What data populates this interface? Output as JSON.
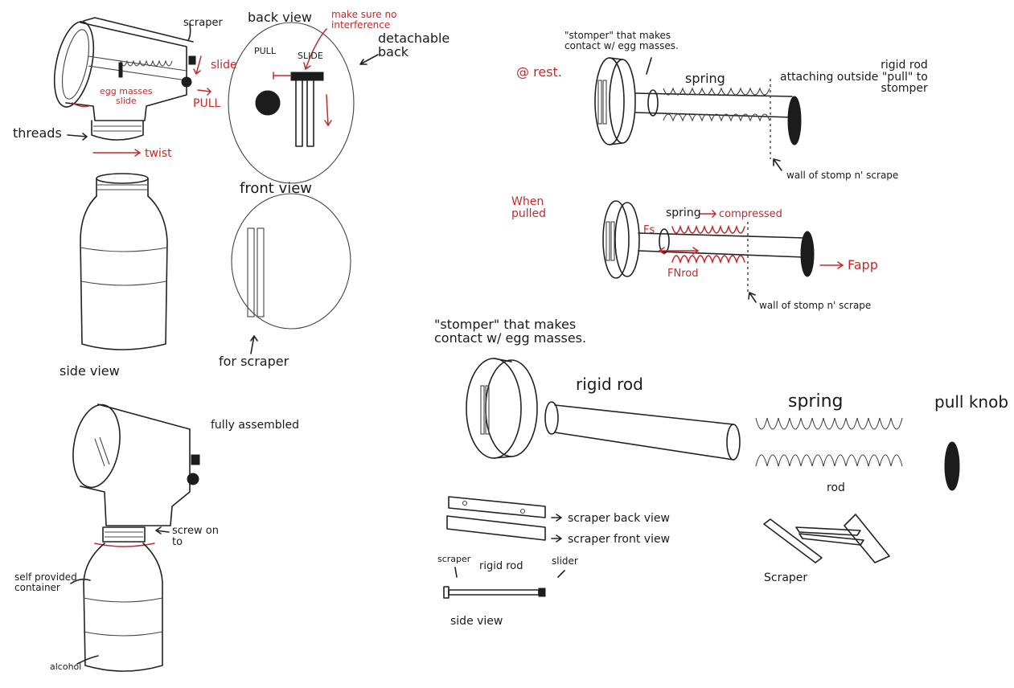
{
  "labels": {
    "scraper_top": "scraper",
    "back_view": "back view",
    "make_sure": "make sure no\ninterference",
    "detachable_back": "detachable\nback",
    "pull_small": "PULL",
    "slide_small": "SLIDE",
    "slide_red": "slide",
    "pull_red": "PULL",
    "egg_masses_slide": "egg masses\nslide",
    "threads": "threads",
    "twist": "twist",
    "front_view": "front view",
    "for_scraper": "for scraper",
    "side_view": "side view",
    "fully_assembled": "fully assembled",
    "screw_on_to": "screw on\nto",
    "self_provided_container": "self provided\ncontainer",
    "alcohol": "alcohol",
    "stomper_top": "\"stomper\" that makes\ncontact w/ egg masses.",
    "at_rest": "@ rest.",
    "spring_rest": "spring",
    "rigid_rod_attach": "rigid rod\nattaching outside \"pull\" to\nstomper",
    "wall_rest": "wall of stomp n' scrape",
    "when_pulled": "When\npulled",
    "spring_compressed_a": "spring",
    "spring_compressed_b": "compressed",
    "fs": "Fs",
    "fnrod": "FNrod",
    "fapp": "Fapp",
    "wall_pulled": "wall of stomp n' scrape",
    "stomper_exploded": "\"stomper\" that makes\ncontact w/ egg masses.",
    "rigid_rod": "rigid rod",
    "spring_big": "spring",
    "pull_knob": "pull knob",
    "rod": "rod",
    "scraper_back_view": "scraper back view",
    "scraper_front_view": "scraper front view",
    "scraper_piece": "Scraper",
    "sv_scraper": "scraper",
    "sv_rigid_rod": "rigid rod",
    "sv_slider": "slider",
    "sideview": "side view"
  },
  "colors": {
    "ink": "#222222",
    "annotation_red": "#c42a2a",
    "background": "#ffffff"
  }
}
